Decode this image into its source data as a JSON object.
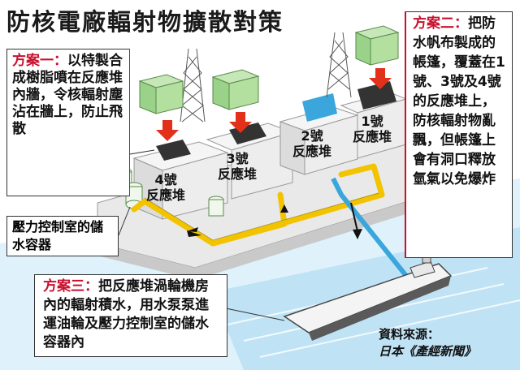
{
  "title": "防核電廠輻射物擴散對策",
  "plan1": {
    "head": "方案一：",
    "text": "以特製合成樹脂噴在反應堆內牆，令核輻射塵沾在牆上，防止飛散"
  },
  "plan2": {
    "head": "方案二：",
    "text": "把防水帆布製成的帳篷，覆蓋在1號、3號及4號的反應堆上，防核輻射物亂飄，但帳篷上會有洞口釋放氫氣以免爆炸"
  },
  "plan3": {
    "head": "方案三：",
    "text": "把反應堆渦輪機房內的輻射積水，用水泵泵進運油輪及壓力控制室的儲水容器內"
  },
  "pressure_box": "壓力控制室的儲水容器",
  "reactors": [
    {
      "num": "1號",
      "name": "反應堆"
    },
    {
      "num": "2號",
      "name": "反應堆"
    },
    {
      "num": "3號",
      "name": "反應堆"
    },
    {
      "num": "4號",
      "name": "反應堆"
    }
  ],
  "source": {
    "label": "資料來源：",
    "name": "日本《產經新聞》"
  },
  "colors": {
    "accent": "#c8102e",
    "pipe": "#f2c400",
    "water": "#3aa6dc",
    "cover": "#9bd28a",
    "arrow": "#e2301a"
  }
}
